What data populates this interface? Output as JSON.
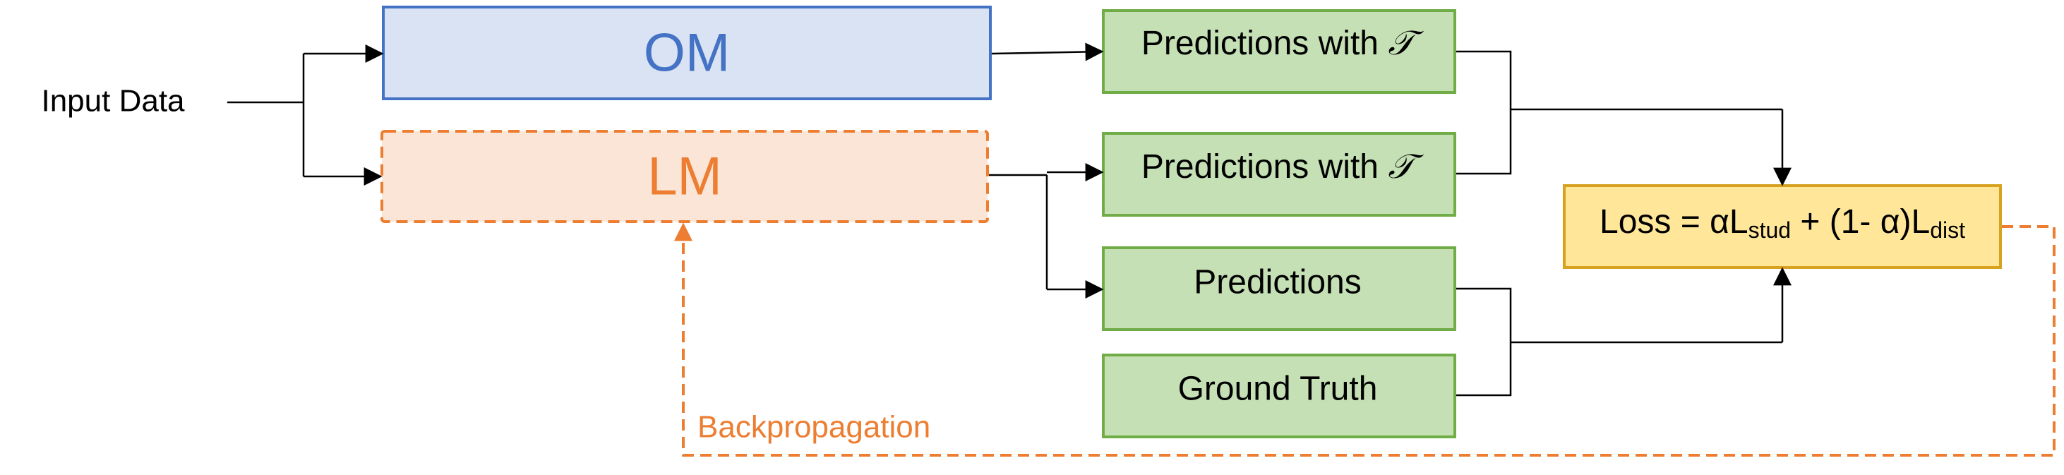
{
  "input": {
    "label": "Input Data"
  },
  "models": {
    "om": {
      "label": "OM"
    },
    "lm": {
      "label": "LM"
    }
  },
  "outputs": {
    "om_pred_prefix": "Predictions with ",
    "lm_pred_prefix": "Predictions with ",
    "temperature_symbol": "𝒯",
    "predictions": "Predictions",
    "ground_truth": "Ground Truth"
  },
  "loss": {
    "prefix": "Loss = αL",
    "sub1": "stud",
    "middle": " + (1- α)L",
    "sub2": "dist"
  },
  "backprop": {
    "label": "Backpropagation"
  },
  "colors": {
    "om_fill": "#dae3f3",
    "om_stroke": "#4472c4",
    "lm_fill": "#fbe5d6",
    "lm_stroke": "#ed7d31",
    "box_fill": "#c5e0b4",
    "box_stroke": "#70ad47",
    "loss_fill": "#ffe699",
    "loss_stroke": "#d6a21f",
    "arrow": "#000000"
  }
}
